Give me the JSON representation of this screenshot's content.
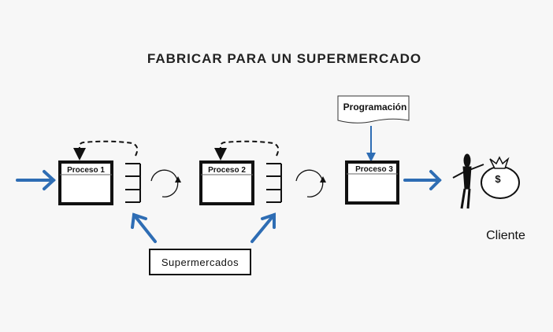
{
  "title": "FABRICAR PARA UN SUPERMERCADO",
  "processes": [
    "Proceso 1",
    "Proceso 2",
    "Proceso 3"
  ],
  "schedule_label": "Programación",
  "supermarket_label": "Supermercados",
  "customer_label": "Cliente",
  "colors": {
    "arrow": "#2e6db4",
    "line": "#111111",
    "background": "#f7f7f7"
  }
}
